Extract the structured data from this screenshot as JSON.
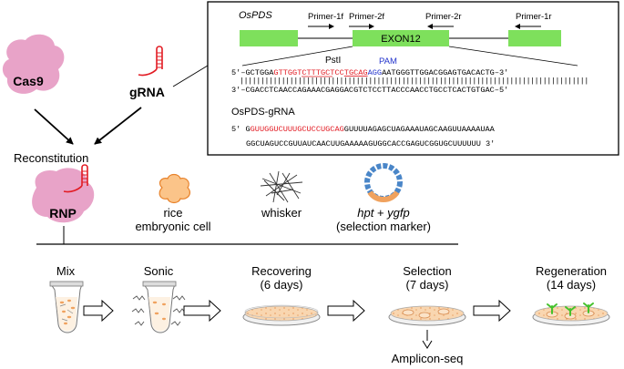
{
  "gene_panel": {
    "gene_name": "OsPDS",
    "primers": [
      "Primer-1f",
      "Primer-2f",
      "Primer-2r",
      "Primer-1r"
    ],
    "exon_label": "EXON12",
    "pstI_label": "PstI",
    "pam_label": "PAM",
    "seq_top": {
      "prefix": "5′–GCTGGA",
      "target": "GTTGGTCTTTGCTCC",
      "pst": "TGCAG",
      "pam": "AGG",
      "rest": "AATGGGTTGGACGGAGTGACACTG–3′"
    },
    "seq_bars": "||||||||||||||||||||||||||||||||||||||||||||||||||||||||||||||||||||||||||||||||||||",
    "seq_bottom": "3′–CGACCTCAACCAGAAACGAGGACGTCTCCTTACCCAACCTGCCTCACTGTGAC–5′",
    "grna_title": "OsPDS-gRNA",
    "grna_line1": {
      "prefix": "5′ G",
      "red": "GUUGGUCUUUGCUCCUGCAG",
      "rest": "GUUUUAGAGCUAGAAAUAGCAAGUUAAAAUAA"
    },
    "grna_line2": "GGCUAGUCCGUUAUCAACUUGAAAAAGUGGCACCGAGUCGGUGCUUUUUU 3′"
  },
  "components": {
    "cas9": "Cas9",
    "grna": "gRNA",
    "reconstitution": "Reconstitution",
    "rnp": "RNP",
    "rice_line1": "rice",
    "rice_line2": "embryonic cell",
    "whisker": "whisker",
    "marker_line1_hpt": "hpt",
    "marker_line1_plus": " + ",
    "marker_line1_ygfp": "ygfp",
    "marker_line2": "(selection marker)"
  },
  "steps": [
    {
      "line1": "Mix",
      "line2": ""
    },
    {
      "line1": "Sonic",
      "line2": ""
    },
    {
      "line1": "Recovering",
      "line2": "(6 days)"
    },
    {
      "line1": "Selection",
      "line2": "(7 days)"
    },
    {
      "line1": "Regeneration",
      "line2": "(14 days)"
    }
  ],
  "amplicon": "Amplicon-seq",
  "colors": {
    "exon": "#7ee05c",
    "protein": "#e8a3c8",
    "rnp_label": "#000000",
    "red_seq": "#e21b23",
    "pam": "#2233cc",
    "cell_fill": "#fbc489",
    "cell_stroke": "#e8822a",
    "plasmid_blue": "#4a86c8",
    "plasmid_orange": "#f0a25e",
    "dish_medium": "#f9d6b0",
    "sprout": "#45c22c"
  }
}
